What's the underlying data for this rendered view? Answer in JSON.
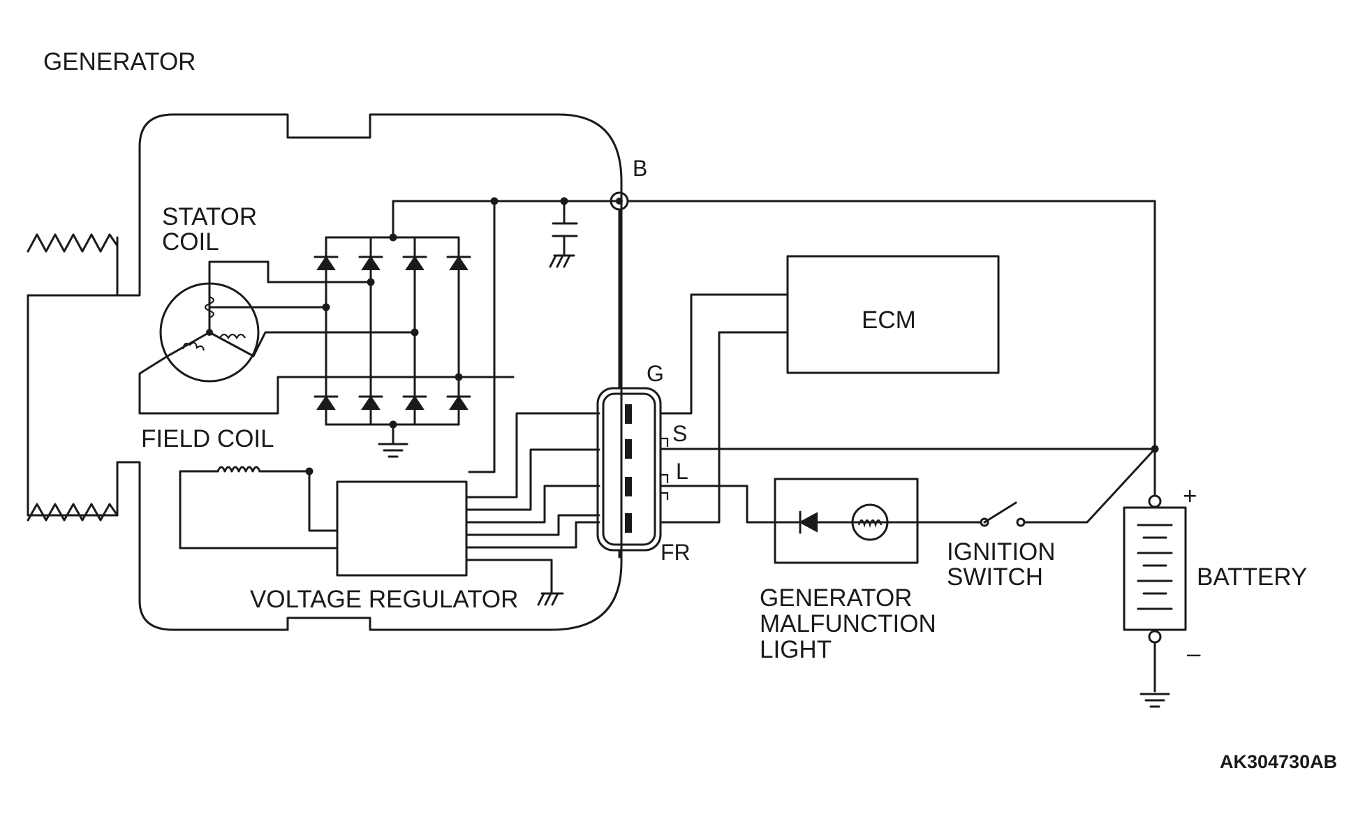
{
  "labels": {
    "generator": "GENERATOR",
    "stator_coil_line1": "STATOR",
    "stator_coil_line2": "COIL",
    "field_coil": "FIELD COIL",
    "voltage_regulator": "VOLTAGE REGULATOR",
    "terminal_b": "B",
    "terminal_g": "G",
    "terminal_s": "S",
    "terminal_l": "L",
    "terminal_fr": "FR",
    "ecm": "ECM",
    "malfunction_light_line1": "GENERATOR",
    "malfunction_light_line2": "MALFUNCTION",
    "malfunction_light_line3": "LIGHT",
    "ignition_switch_line1": "IGNITION",
    "ignition_switch_line2": "SWITCH",
    "battery": "BATTERY",
    "battery_plus": "+",
    "battery_minus": "–",
    "figure_code": "AK304730AB"
  },
  "icons": [
    "pulley",
    "stator-coil-icon",
    "diode-icon",
    "capacitor-icon",
    "ground-icon",
    "field-coil-icon",
    "connector-icon",
    "lamp-icon",
    "switch-icon",
    "battery-icon"
  ]
}
